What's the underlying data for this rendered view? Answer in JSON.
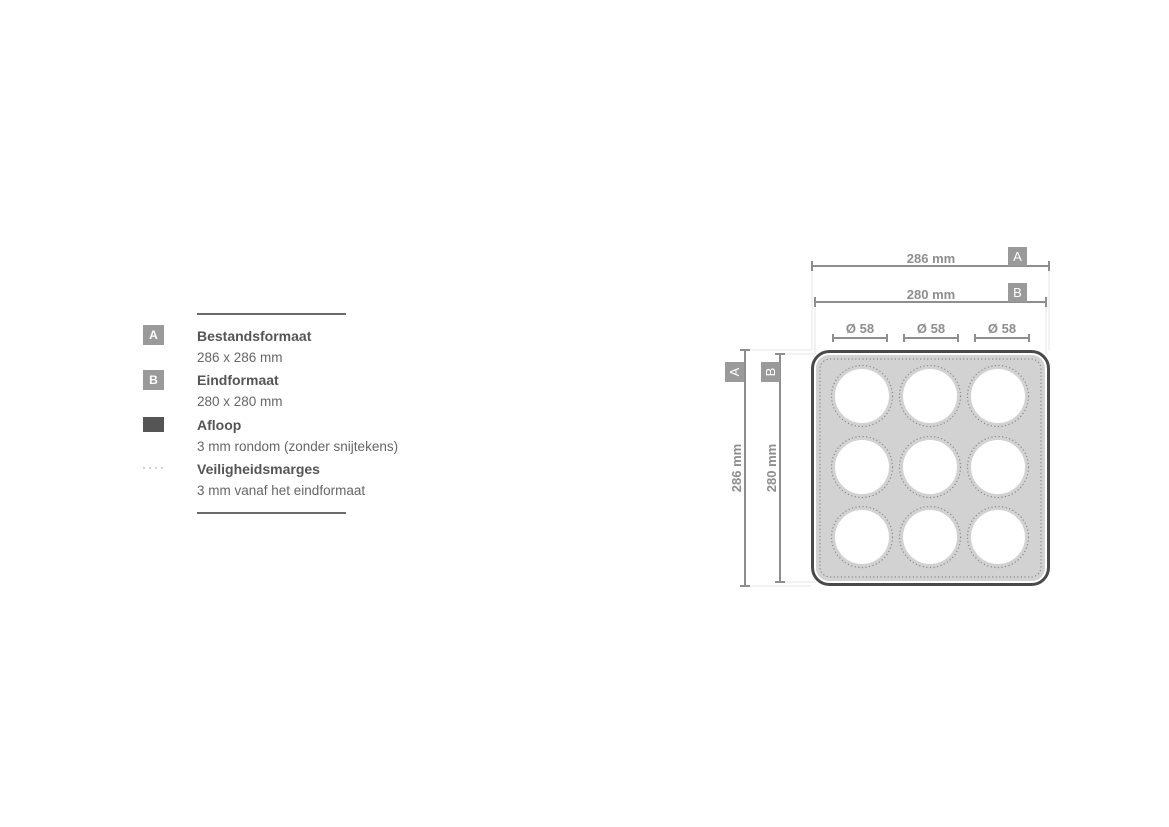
{
  "legend": {
    "items": [
      {
        "marker": "A",
        "title": "Bestandsformaat",
        "desc": "286 x 286 mm"
      },
      {
        "marker": "B",
        "title": "Eindformaat",
        "desc": "280 x 280 mm"
      },
      {
        "marker": "bleed-swatch",
        "title": "Afloop",
        "desc": "3 mm rondom (zonder snijtekens)"
      },
      {
        "marker": "dotted-line",
        "title": "Veiligheidsmarges",
        "desc": "3 mm vanaf het eindformaat"
      }
    ],
    "dots": "····"
  },
  "diagram": {
    "width_file": "286 mm",
    "width_final": "280 mm",
    "height_file": "286 mm",
    "height_final": "280 mm",
    "badge_a": "A",
    "badge_b": "B",
    "hole_labels": [
      "Ø 58",
      "Ø 58",
      "Ø 58"
    ],
    "colors": {
      "bleed": "#4a4a4a",
      "fill": "#d2d2d2",
      "dim": "#8e8e8e",
      "badge": "#9a9a9a"
    }
  }
}
